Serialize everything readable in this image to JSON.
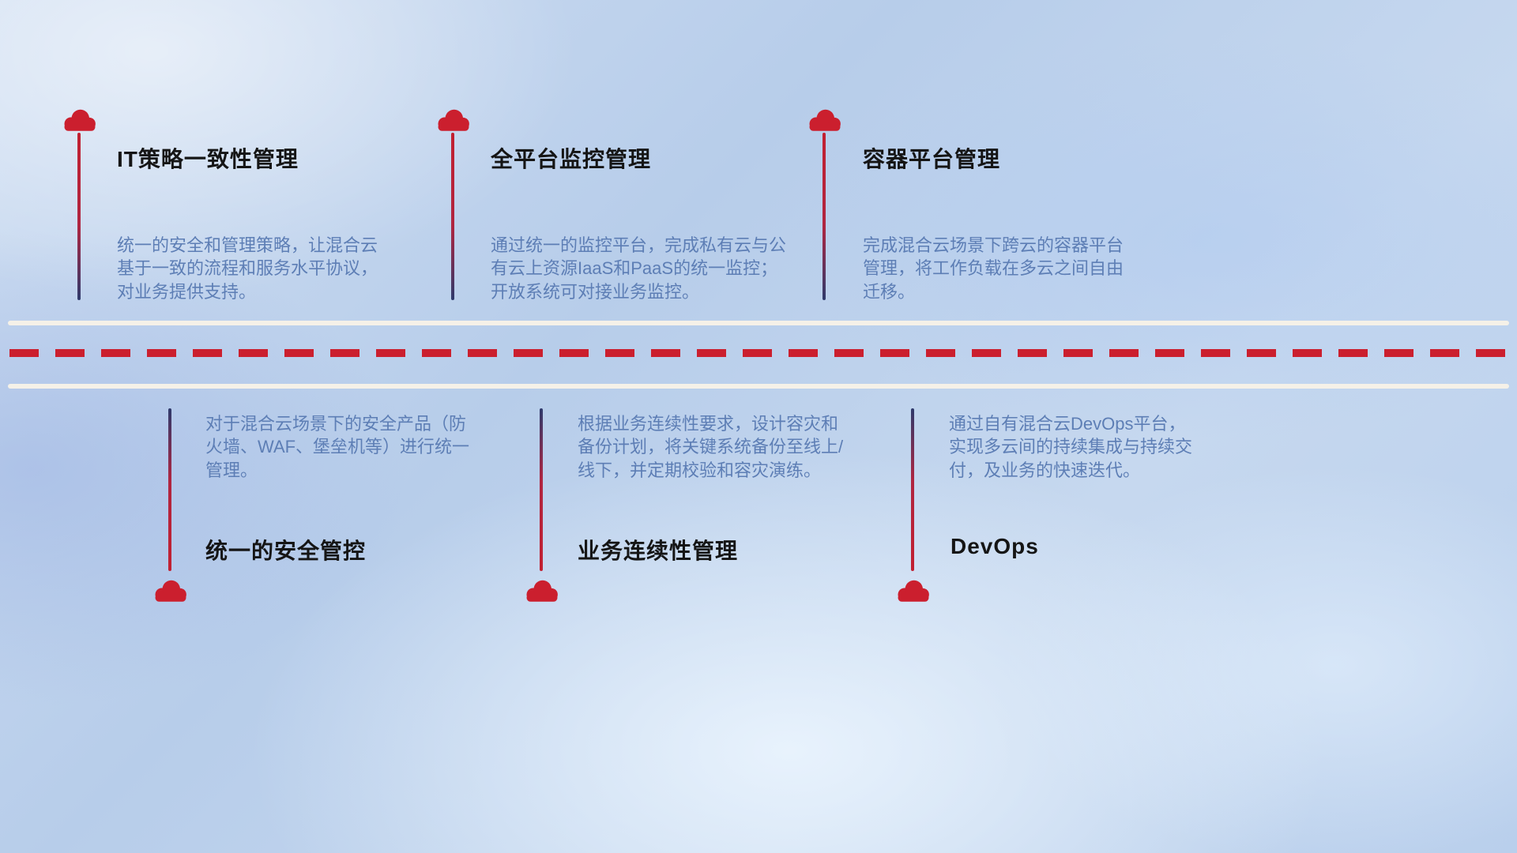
{
  "colors": {
    "accent_red": "#cb1f2e",
    "deep_navy": "#2e3a6c",
    "desc_text": "#5d7eb5",
    "title_text": "#151515",
    "road_white": "#f5f1e8"
  },
  "top_items": [
    {
      "title": "IT策略一致性管理",
      "description": "统一的安全和管理策略，让混合云基于一致的流程和服务水平协议，对业务提供支持。"
    },
    {
      "title": "全平台监控管理",
      "description": "通过统一的监控平台，完成私有云与公有云上资源IaaS和PaaS的统一监控；开放系统可对接业务监控。"
    },
    {
      "title": "容器平台管理",
      "description": "完成混合云场景下跨云的容器平台管理，将工作负载在多云之间自由迁移。"
    }
  ],
  "bottom_items": [
    {
      "title": "统一的安全管控",
      "description": "对于混合云场景下的安全产品（防火墙、WAF、堡垒机等）进行统一管理。"
    },
    {
      "title": "业务连续性管理",
      "description": "根据业务连续性要求，设计容灾和备份计划，将关键系统备份至线上/线下，并定期校验和容灾演练。"
    },
    {
      "title": "DevOps",
      "description": "通过自有混合云DevOps平台，实现多云间的持续集成与持续交付，及业务的快速迭代。"
    }
  ]
}
